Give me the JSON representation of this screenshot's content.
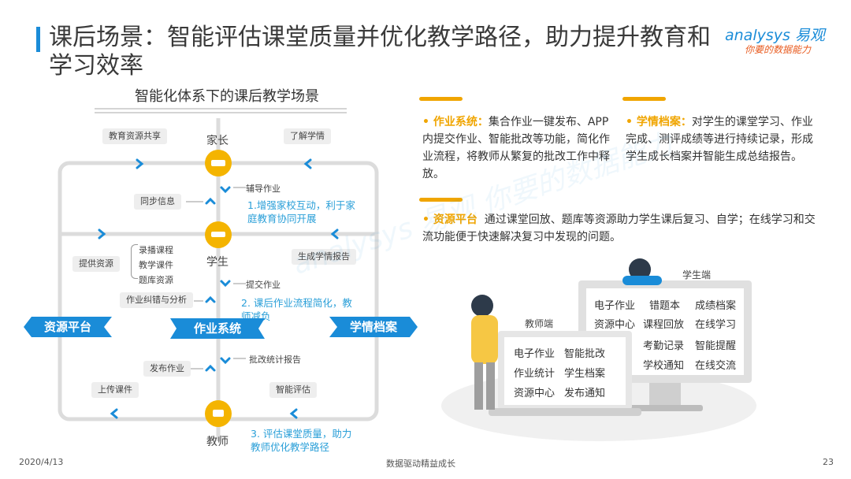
{
  "header": {
    "title": "课后场景：智能评估课堂质量并优化教学路径，助力提升教育和学习效率",
    "logo_text": "analysys 易观",
    "logo_slogan": "你要的数据能力"
  },
  "diagram": {
    "title": "智能化体系下的课后教学场景",
    "nodes": {
      "parent": "家长",
      "student": "学生",
      "teacher": "教师"
    },
    "banners": {
      "left": "资源平台",
      "center": "作业系统",
      "right": "学情档案"
    },
    "tags": {
      "resource_share": "教育资源共享",
      "know_progress": "了解学情",
      "tutor_homework": "辅导作业",
      "sync_info": "同步信息",
      "provide_resources": "提供资源",
      "student_report": "生成学情报告",
      "submit_homework": "提交作业",
      "error_analysis": "作业纠错与分析",
      "grading_report": "批改统计报告",
      "publish_homework": "发布作业",
      "upload_courseware": "上传课件",
      "smart_eval": "智能评估"
    },
    "resource_list": [
      "录播课程",
      "教学课件",
      "题库资源"
    ],
    "notes": {
      "note1": "1.增强家校互动，利于家庭教育协同开展",
      "note2": "2. 课后作业流程简化，教师减负",
      "note3": "3. 评估课堂质量，助力教师优化教学路径"
    }
  },
  "panels": {
    "homework": {
      "label": "作业系统：",
      "text": "集合作业一键发布、APP内提交作业、智能批改等功能，简化作业流程，将教师从繁复的批改工作中释放。"
    },
    "archive": {
      "label": "学情档案：",
      "text": "对学生的课堂学习、作业完成、测评成绩等进行持续记录，形成学生成长档案并智能生成总结报告。"
    },
    "resource": {
      "label": "资源平台",
      "text": "通过课堂回放、题库等资源助力学生课后复习、自学；在线学习和交流功能便于快速解决复习中发现的问题。"
    }
  },
  "illustration": {
    "student_label": "学生端",
    "teacher_label": "教师端",
    "student_rows": [
      [
        "电子作业",
        "错题本",
        "成绩档案"
      ],
      [
        "资源中心",
        "课程回放",
        "在线学习"
      ],
      [
        "",
        "考勤记录",
        "智能提醒"
      ],
      [
        "",
        "学校通知",
        "在线交流"
      ]
    ],
    "teacher_rows": [
      [
        "电子作业",
        "智能批改"
      ],
      [
        "作业统计",
        "学生档案"
      ],
      [
        "资源中心",
        "发布通知"
      ]
    ]
  },
  "footer": {
    "date": "2020/4/13",
    "center": "数据驱动精益成长",
    "page": "23"
  },
  "watermark": "analysys 易观 你要的数据能力",
  "colors": {
    "accent_blue": "#1a8cd8",
    "orange": "#f0a500",
    "light_blue_text": "#2a9fd8",
    "banner_blue": "#1a8cd8"
  }
}
